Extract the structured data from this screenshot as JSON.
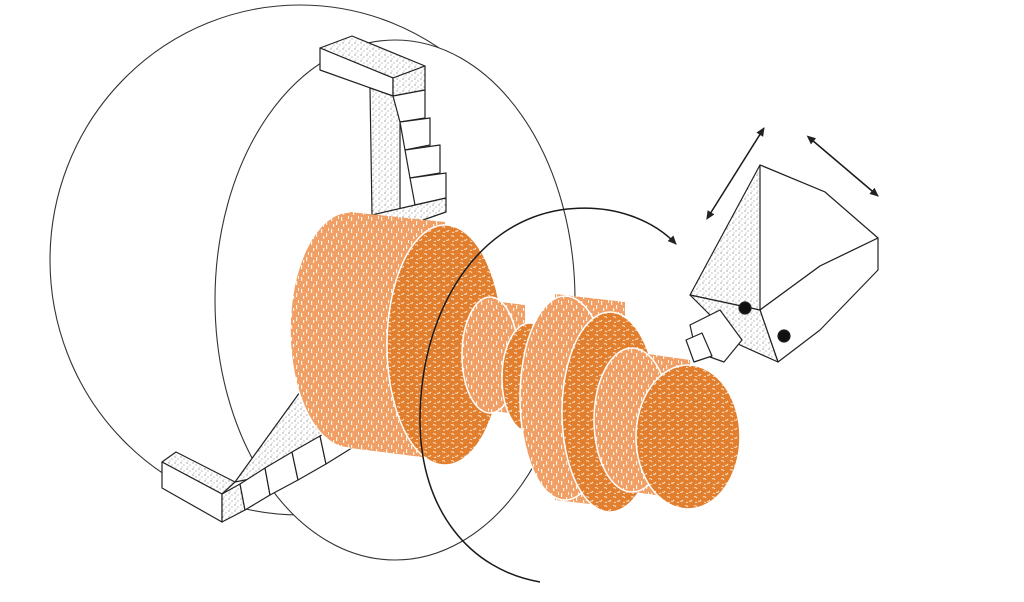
{
  "diagram": {
    "colors": {
      "background": "#ffffff",
      "line": "#222222",
      "workpiece_light": "#f0a066",
      "workpiece_dark": "#e27f2e",
      "workpiece_speckle": "#fff3e4",
      "stipple": "#9a9a9a",
      "jaw_face": "#ffffff"
    },
    "elements": {
      "chuck": "lathe-chuck",
      "jaws": [
        "jaw-top",
        "jaw-bottom"
      ],
      "workpiece": "stepped-cylindrical-workpiece",
      "tool": "cutting-tool-holder",
      "rotation": "rotation-arrow-curved",
      "feed": [
        "feed-arrow-radial",
        "feed-arrow-axial"
      ]
    }
  }
}
